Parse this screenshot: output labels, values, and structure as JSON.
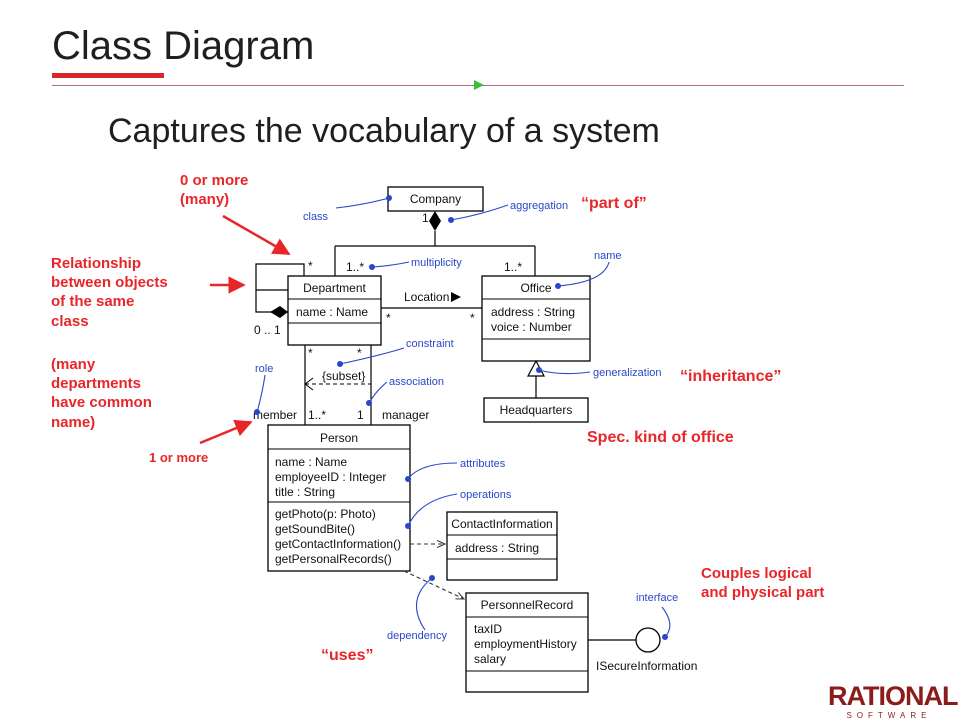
{
  "slide": {
    "title": "Class Diagram",
    "subtitle": "Captures the vocabulary of a system"
  },
  "notes": {
    "zero_or_more": [
      "0 or more",
      "(many)"
    ],
    "relationship": [
      "Relationship",
      "between objects",
      "of the same",
      "class"
    ],
    "many_departments": [
      "(many",
      "departments",
      "have common",
      "name)"
    ],
    "one_or_more": "1 or more",
    "part_of": "“part of”",
    "inheritance": "“inheritance”",
    "spec_kind": "Spec. kind of office",
    "couples": [
      "Couples logical",
      "and physical part"
    ],
    "uses": "“uses”"
  },
  "uml": {
    "company": "Company",
    "department": "Department",
    "department_attr": "name : Name",
    "office": "Office",
    "office_attrs": [
      "address : String",
      "voice : Number"
    ],
    "headquarters": "Headquarters",
    "person": "Person",
    "person_attrs": [
      "name : Name",
      "employeeID : Integer",
      "title : String"
    ],
    "person_ops": [
      "getPhoto(p: Photo)",
      "getSoundBite()",
      "getContactInformation()",
      "getPersonalRecords()"
    ],
    "contact": "ContactInformation",
    "contact_attr": "address : String",
    "personnel": "PersonnelRecord",
    "personnel_attrs": [
      "taxID",
      "employmentHistory",
      "salary"
    ],
    "interface_name": "ISecureInformation",
    "location": "Location",
    "subset": "{subset}",
    "multiplicities": {
      "company_one": "1",
      "dept_one_many": "1..*",
      "office_one_many": "1..*",
      "star_dept_top": "*",
      "star_loc_left": "*",
      "star_loc_right": "*",
      "self_zero_one": "0 .. 1",
      "sub_star_left": "*",
      "sub_star_right": "*",
      "member_many": "1..*",
      "manager_one": "1"
    },
    "roles": {
      "member": "member",
      "manager": "manager"
    }
  },
  "annotations": {
    "class": "class",
    "aggregation": "aggregation",
    "multiplicity": "multiplicity",
    "name": "name",
    "constraint": "constraint",
    "role": "role",
    "association": "association",
    "generalization": "generalization",
    "attributes": "attributes",
    "operations": "operations",
    "dependency": "dependency",
    "interface": "interface"
  },
  "logo": {
    "main": "RATIONAL",
    "sub": "SOFTWARE"
  },
  "colors": {
    "note_red": "#e8262a",
    "annotation_blue": "#2a47c9",
    "logo": "#8a1c1c",
    "marker_green": "#3bbf3b"
  }
}
